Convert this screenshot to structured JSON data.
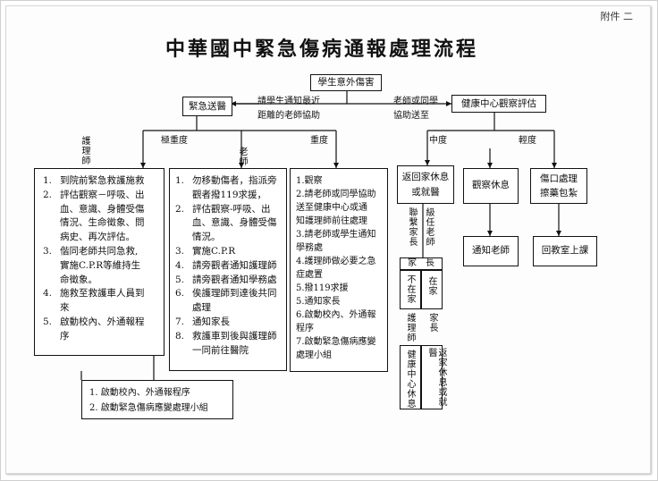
{
  "annex_label": "附件 二",
  "title": "中華國中緊急傷病通報處理流程",
  "start": "學生意外傷害",
  "left_branch": {
    "label": "緊急送醫",
    "notice_line1": "請學生通知最近",
    "notice_line2": "距離的老師協助",
    "severity_extreme": "極重度",
    "severity_severe": "重度",
    "role_nurse": "護理師",
    "role_teacher": "老師"
  },
  "right_branch": {
    "label": "健康中心觀察評估",
    "help_line1": "老師或同學",
    "help_line2": "協助送至",
    "moderate": "中度",
    "mild": "輕度"
  },
  "nurse_steps": [
    {
      "n": "1.",
      "lines": [
        "到院前緊急救護施救"
      ]
    },
    {
      "n": "2.",
      "lines": [
        "評估觀察－呼吸、出",
        "血、意識、身體受傷",
        "情況、生命徵象、問",
        "病史、再次評估。"
      ]
    },
    {
      "n": "3.",
      "lines": [
        "偕同老師共同急救,",
        "實施C.P.R等維持生",
        "命徵象。"
      ]
    },
    {
      "n": "4.",
      "lines": [
        "施救至救護車人員到",
        "來"
      ]
    },
    {
      "n": "5.",
      "lines": [
        "啟動校內、外通報程",
        "序"
      ]
    }
  ],
  "teacher_steps": [
    {
      "n": "1.",
      "lines": [
        "勿移動傷者，指派旁",
        "觀者撥119求援，"
      ]
    },
    {
      "n": "2.",
      "lines": [
        "評估觀察-呼吸、出",
        "血、意識、身體受傷",
        "情況。"
      ]
    },
    {
      "n": "3.",
      "lines": [
        "實施C.P.R"
      ]
    },
    {
      "n": "4.",
      "lines": [
        "請旁觀者通知護理師"
      ]
    },
    {
      "n": "5.",
      "lines": [
        "請旁觀者通知學務處"
      ]
    },
    {
      "n": "6.",
      "lines": [
        "俟護理師到達後共同",
        "處理"
      ]
    },
    {
      "n": "7.",
      "lines": [
        "通知家長"
      ]
    },
    {
      "n": "8.",
      "lines": [
        "救護車到後與護理師",
        "一同前往醫院"
      ]
    }
  ],
  "severe_steps": [
    "1.觀察",
    "2.請老師或同學協助",
    "送至健康中心或通",
    "知護理師前往處理",
    "3.請老師或學生通知",
    "學務處",
    "4.護理師做必要之急",
    "症處置",
    "5.撥119求援",
    "5.通知家長",
    "6.啟動校內、外通報",
    "程序",
    "7.啟動緊急傷病應變",
    "處理小組"
  ],
  "final_steps": [
    "1. 啟動校內、外通報程序",
    "2. 啟動緊急傷病應變處理小組"
  ],
  "moderate_box_line1": "返回家休息",
  "moderate_box_line2": "或就醫",
  "contact_left": "聯繫家長",
  "contact_right": "級任老師",
  "parent_label": "家　長",
  "absent": "不在家",
  "present": "在家",
  "nurse_small": "護理師",
  "parent_small": "家長",
  "health_rest": "健康中心休息",
  "go_home": "返家休息或就醫",
  "observe_rest": "觀察休息",
  "wound_line1": "傷口處理",
  "wound_line2": "擦藥包紮",
  "notify_teacher": "通知老師",
  "back_class": "回教室上課"
}
